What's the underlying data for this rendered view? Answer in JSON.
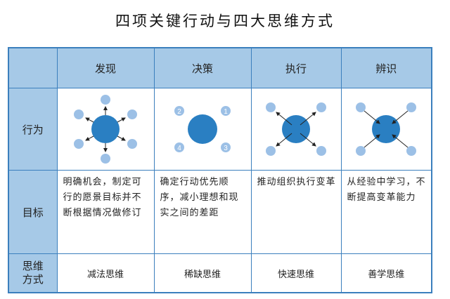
{
  "title": "四项关键行动与四大思维方式",
  "columns": [
    "发现",
    "决策",
    "执行",
    "辨识"
  ],
  "rows": {
    "behavior": "行为",
    "goal": "目标",
    "mode_line1": "思维",
    "mode_line2": "方式"
  },
  "goals": [
    "明确机会，制定可行的愿景目标并不断根据情况做修订",
    "确定行动优先顺序，减小理想和现实之间的差距",
    "推动组织执行变革",
    "从经验中学习，不断提高变革能力"
  ],
  "modes": [
    "减法思维",
    "稀缺思维",
    "快速思维",
    "善学思维"
  ],
  "decision_numbers": [
    "1",
    "2",
    "3",
    "4"
  ],
  "colors": {
    "header_bg": "#a6c9e7",
    "border": "#3b7fbd",
    "big_circle": "#2a7fc2",
    "small_circle": "#9cc0e6"
  },
  "diagrams": [
    "outward-arrows",
    "numbered-satellites",
    "outward-arrows-small",
    "inward-arrows"
  ]
}
